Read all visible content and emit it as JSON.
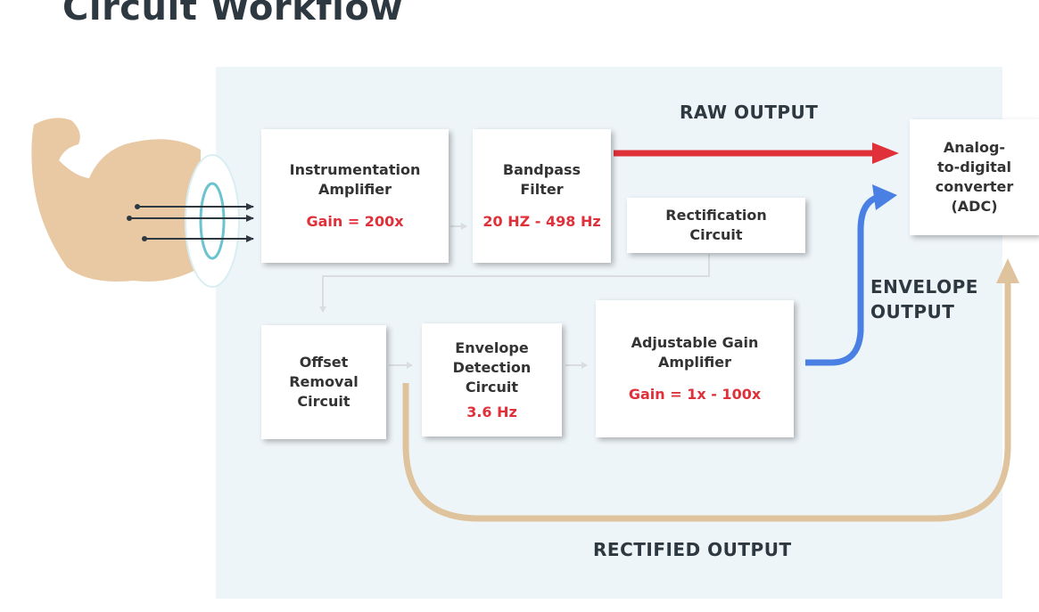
{
  "title": "Circuit Workflow",
  "outputs": {
    "raw": "RAW OUTPUT",
    "envelope": "ENVELOPE\nOUTPUT",
    "rectified": "RECTIFIED OUTPUT"
  },
  "blocks": {
    "instrumentation_amplifier": {
      "label": "Instrumentation\nAmplifier",
      "value": "Gain = 200x"
    },
    "bandpass_filter": {
      "label": "Bandpass\nFilter",
      "value": "20 HZ - 498 Hz"
    },
    "rectification_circuit": {
      "label": "Rectification\nCircuit"
    },
    "adc": {
      "label": "Analog-\nto-digital\nconverter\n(ADC)"
    },
    "offset_removal_circuit": {
      "label": "Offset\nRemoval\nCircuit"
    },
    "envelope_detection_circuit": {
      "label": "Envelope\nDetection\nCircuit",
      "value": "3.6 Hz"
    },
    "adjustable_gain_amplifier": {
      "label": "Adjustable Gain\nAmplifier",
      "value": "Gain = 1x - 100x"
    }
  },
  "colors": {
    "raw": "#e0313b",
    "envelope": "#4a80e4",
    "rectified": "#dfc39d",
    "value_text": "#e0313b",
    "panel": "#eef5f9",
    "arm": "#e8c9a3",
    "sensor": "#6cc3d0"
  }
}
